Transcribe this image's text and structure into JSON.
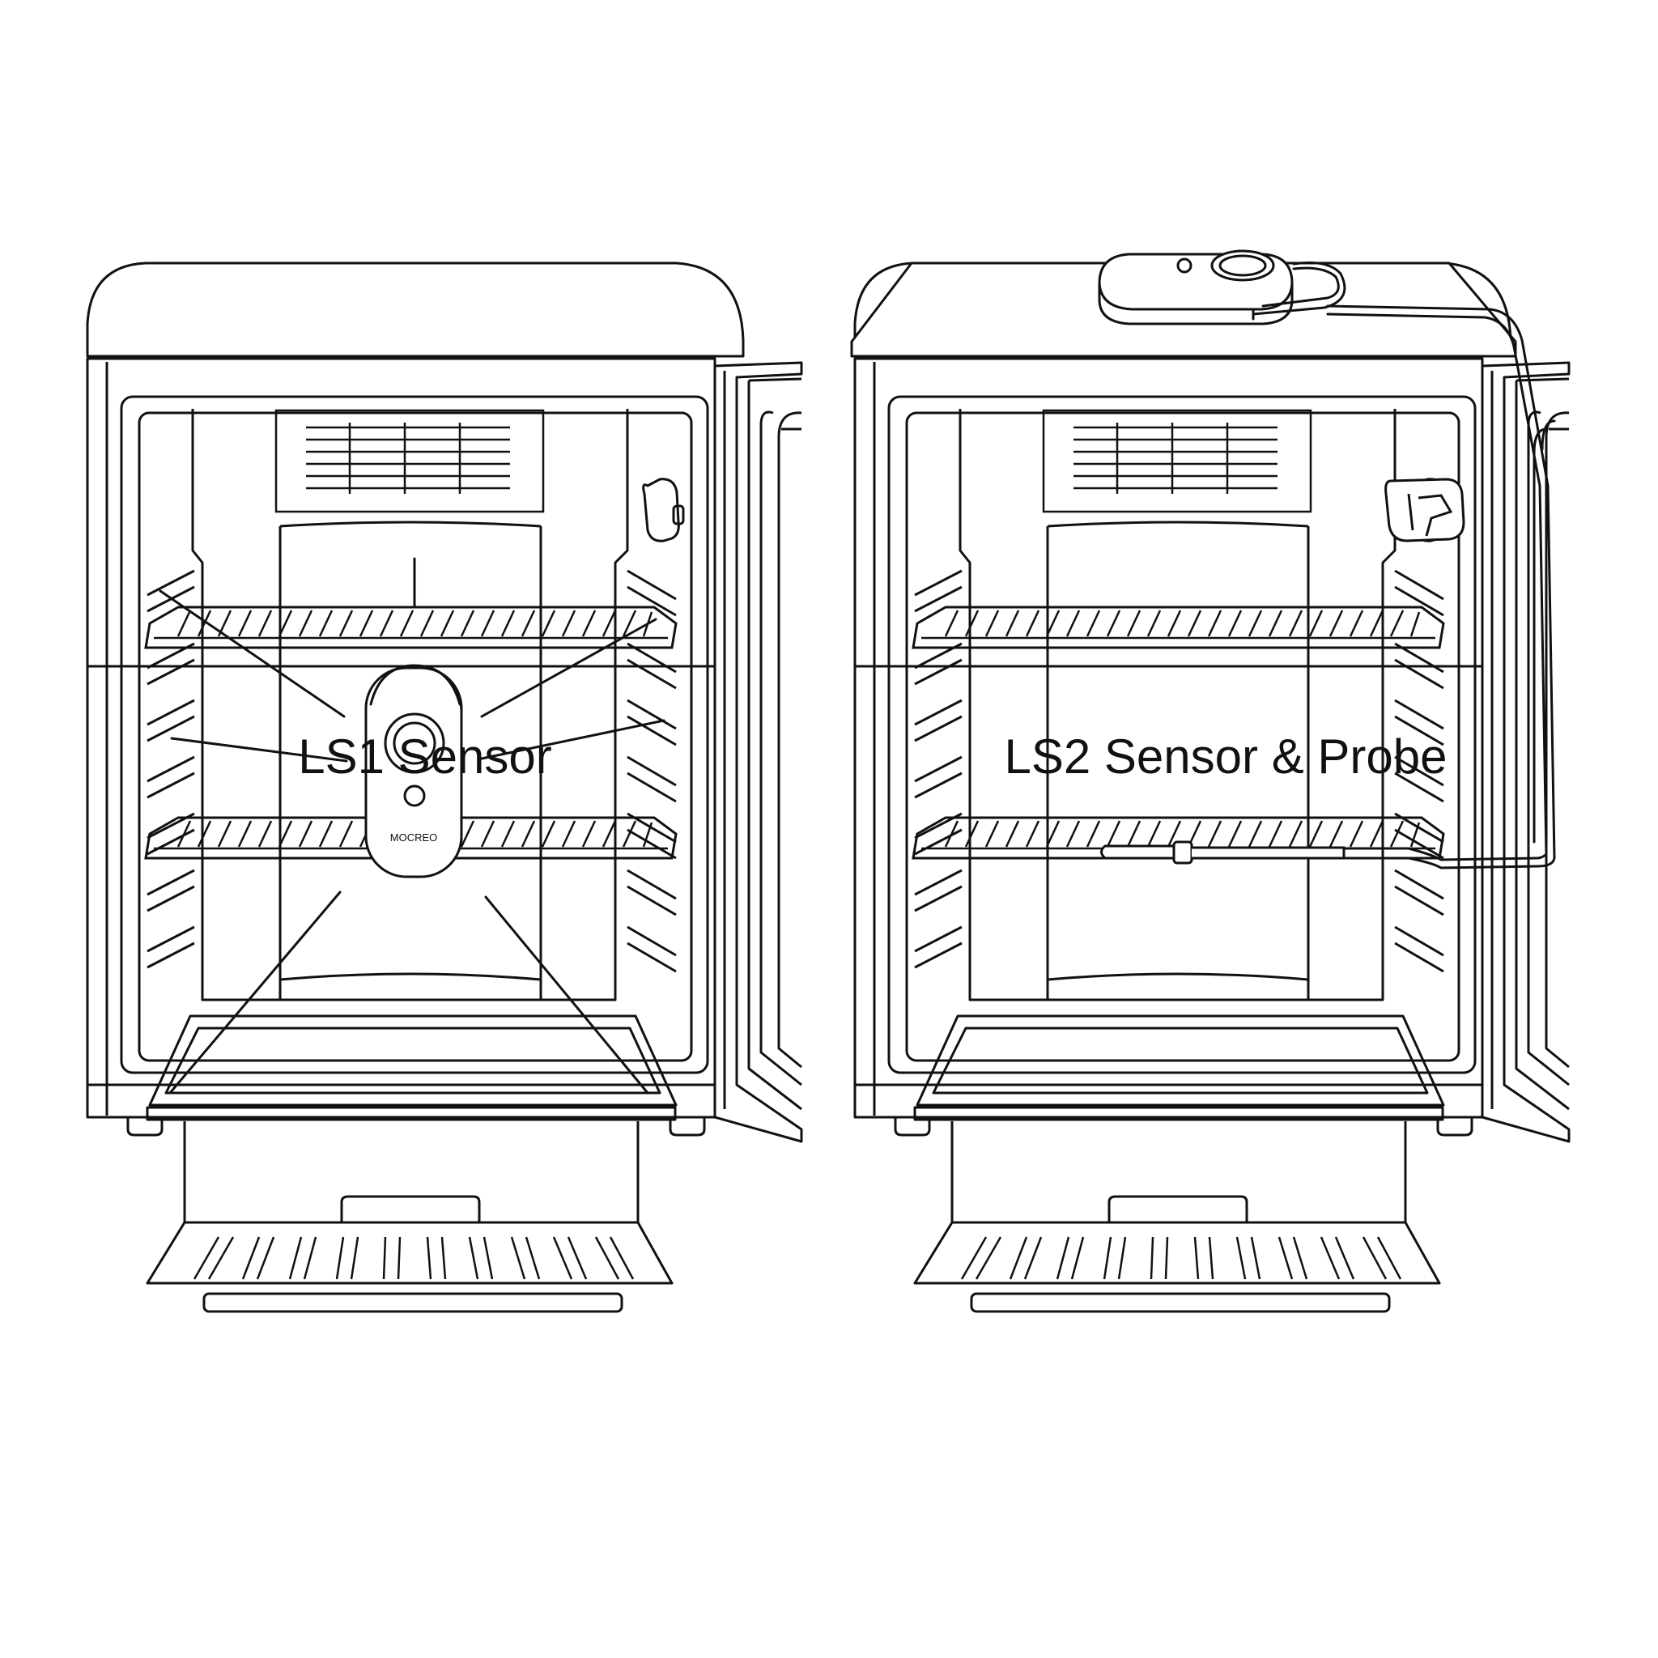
{
  "panels": [
    {
      "caption": "LS1 Sensor",
      "sensor_brand": "MOCREO"
    },
    {
      "caption": "LS2 Sensor & Probe"
    }
  ],
  "colors": {
    "line": "#111111",
    "background": "#ffffff"
  }
}
